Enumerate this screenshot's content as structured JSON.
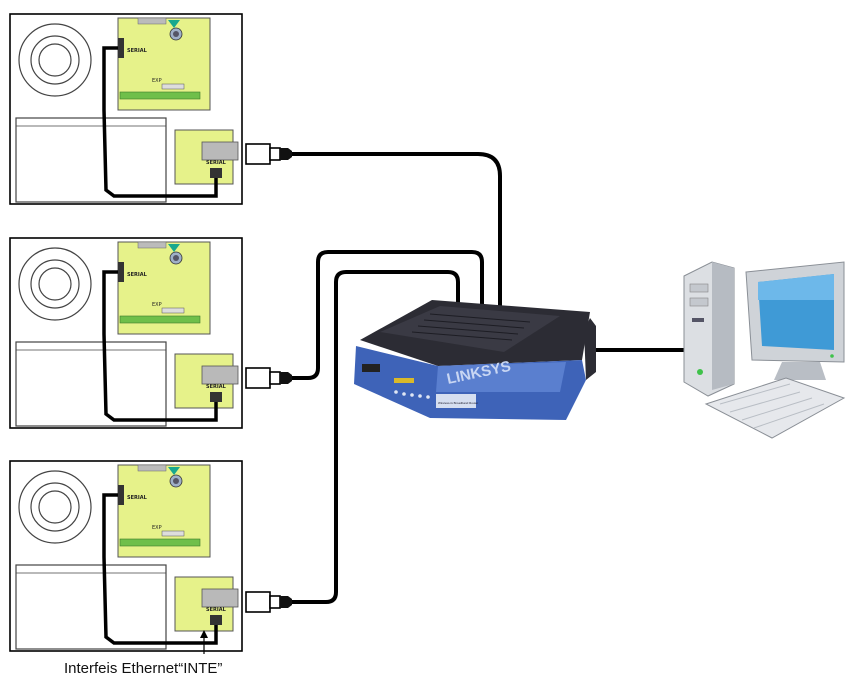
{
  "caption": "Interfeis Ethernet“INTE”",
  "board_label_serial": "SERIAL",
  "router_brand": "LINKSYS",
  "router_model": "Wireless-G Broadband Router",
  "colors": {
    "board": "#e6f28a",
    "terminals": "#6fbf4a",
    "router_blue": "#3e63b8",
    "router_dark": "#2c2c34",
    "monitor_blue": "#3f9ad6",
    "cable": "#000000",
    "panel_border": "#000000"
  },
  "icons": [
    "ethernet-plug-icon",
    "router-icon",
    "desktop-computer-icon",
    "lan-interface-module"
  ]
}
